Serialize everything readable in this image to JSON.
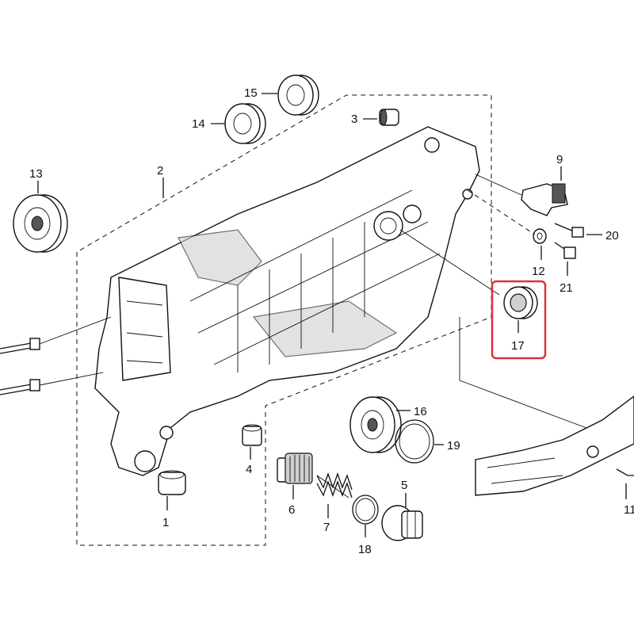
{
  "callouts": {
    "c1": "1",
    "c2": "2",
    "c3": "3",
    "c4": "4",
    "c5": "5",
    "c6": "6",
    "c7": "7",
    "c9": "9",
    "c11": "11",
    "c12": "12",
    "c13": "13",
    "c14": "14",
    "c15": "15",
    "c16": "16",
    "c17": "17",
    "c18": "18",
    "c19": "19",
    "c20": "20",
    "c21": "21"
  },
  "highlight": {
    "target": "17",
    "color": "#e0303a"
  },
  "colors": {
    "ink": "#111111",
    "shade": "#cfcfcf",
    "paper": "#ffffff"
  }
}
